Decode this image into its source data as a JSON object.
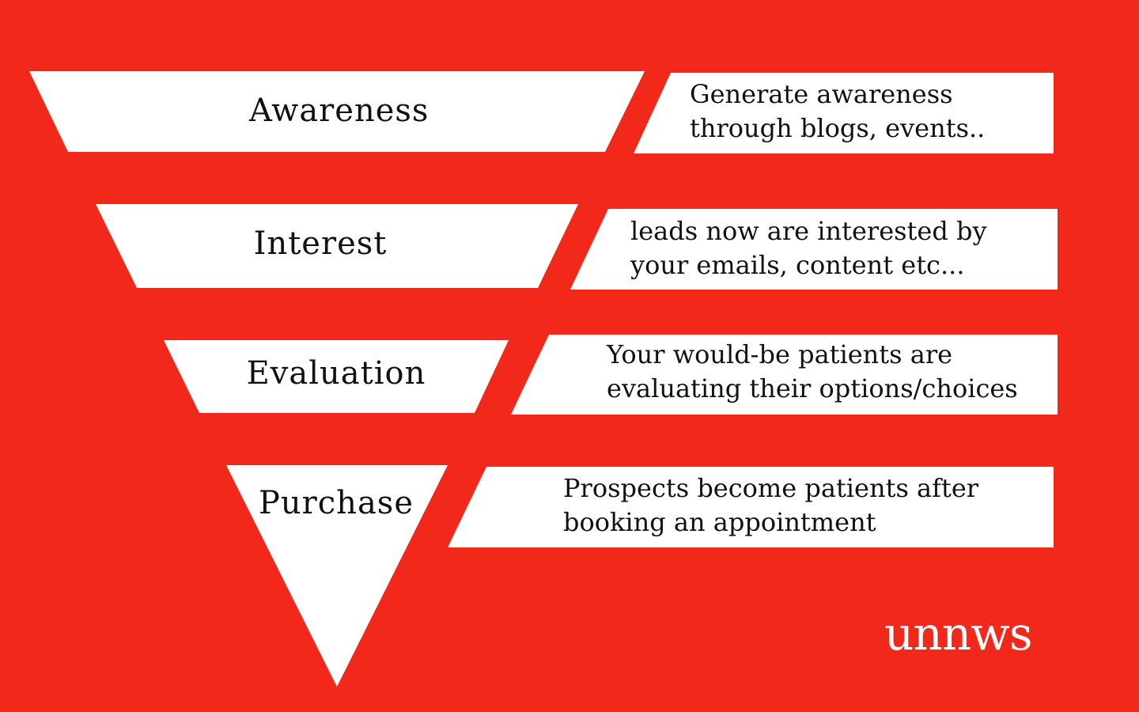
{
  "colors": {
    "background": "#F2281A",
    "shape_fill": "#FFFFFF",
    "text": "#111111",
    "logo": "#FFFFFF"
  },
  "funnel": {
    "stages": [
      {
        "label": "Awareness",
        "description": [
          "Generate awareness",
          "through blogs, events.."
        ]
      },
      {
        "label": "Interest",
        "description": [
          "leads now are interested by",
          "your emails, content etc..."
        ]
      },
      {
        "label": "Evaluation",
        "description": [
          "Your would-be patients are",
          "evaluating their options/choices"
        ]
      },
      {
        "label": "Purchase",
        "description": [
          "Prospects become patients after",
          "booking an appointment"
        ]
      }
    ]
  },
  "brand": {
    "logo_text": "unnws"
  }
}
